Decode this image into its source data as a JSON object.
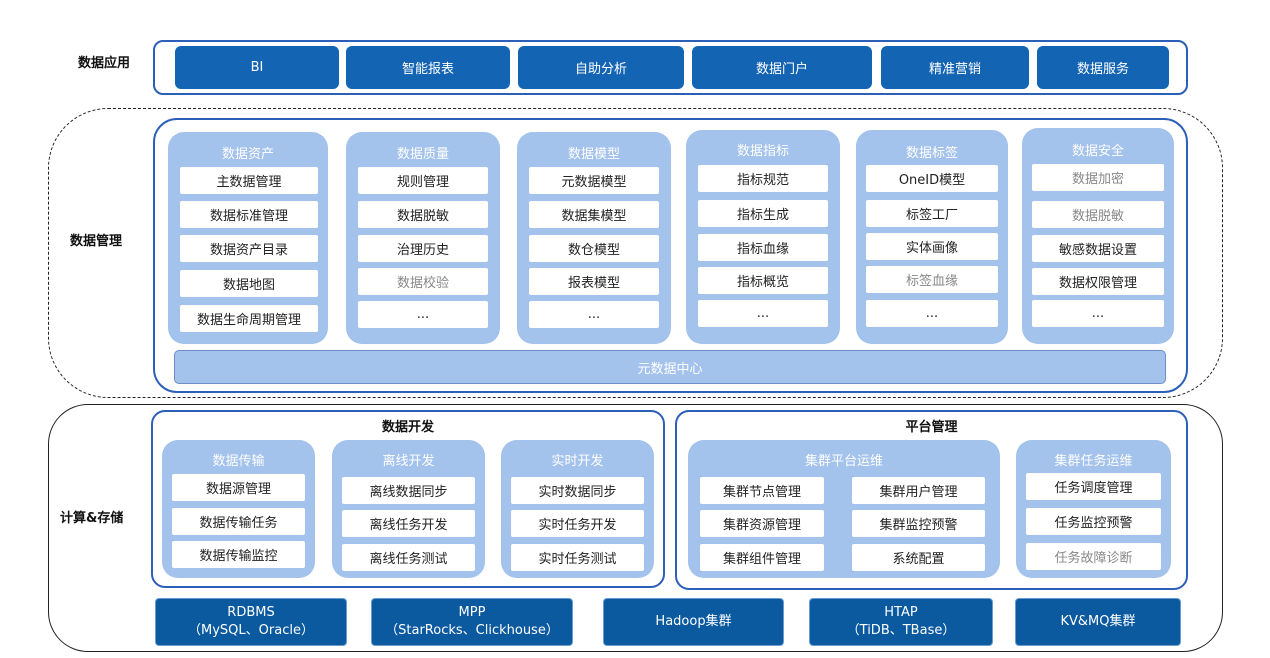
{
  "layers": {
    "application": "数据应用",
    "management": "数据管理",
    "compute_storage": "计算&存储"
  },
  "application": {
    "buttons": [
      "BI",
      "智能报表",
      "自助分析",
      "数据门户",
      "精准营销",
      "数据服务"
    ]
  },
  "management": {
    "categories": [
      {
        "title": "数据资产",
        "items": [
          "主数据管理",
          "数据标准管理",
          "数据资产目录",
          "数据地图",
          "数据生命周期管理"
        ],
        "dim": []
      },
      {
        "title": "数据质量",
        "items": [
          "规则管理",
          "数据脱敏",
          "治理历史",
          "数据校验",
          "..."
        ],
        "dim": [
          3
        ]
      },
      {
        "title": "数据模型",
        "items": [
          "元数据模型",
          "数据集模型",
          "数仓模型",
          "报表模型",
          "..."
        ],
        "dim": []
      },
      {
        "title": "数据指标",
        "items": [
          "指标规范",
          "指标生成",
          "指标血缘",
          "指标概览",
          "..."
        ],
        "dim": []
      },
      {
        "title": "数据标签",
        "items": [
          "OneID模型",
          "标签工厂",
          "实体画像",
          "标签血缘",
          "..."
        ],
        "dim": [
          3
        ]
      },
      {
        "title": "数据安全",
        "items": [
          "数据加密",
          "数据脱敏",
          "敏感数据设置",
          "数据权限管理",
          "..."
        ],
        "dim": [
          0,
          1
        ]
      }
    ],
    "metadata_center": "元数据中心"
  },
  "development": {
    "title": "数据开发",
    "groups": [
      {
        "title": "数据传输",
        "items": [
          "数据源管理",
          "数据传输任务",
          "数据传输监控"
        ]
      },
      {
        "title": "离线开发",
        "items": [
          "离线数据同步",
          "离线任务开发",
          "离线任务测试"
        ]
      },
      {
        "title": "实时开发",
        "items": [
          "实时数据同步",
          "实时任务开发",
          "实时任务测试"
        ]
      }
    ]
  },
  "platform": {
    "title": "平台管理",
    "cluster_ops": {
      "title": "集群平台运维",
      "items": [
        "集群节点管理",
        "集群用户管理",
        "集群资源管理",
        "集群监控预警",
        "集群组件管理",
        "系统配置"
      ]
    },
    "task_ops": {
      "title": "集群任务运维",
      "items": [
        "任务调度管理",
        "任务监控预警",
        "任务故障诊断"
      ],
      "dim": [
        2
      ]
    }
  },
  "storage": [
    {
      "line1": "RDBMS",
      "line2": "（MySQL、Oracle）"
    },
    {
      "line1": "MPP",
      "line2": "（StarRocks、Clickhouse）"
    },
    {
      "line1": "Hadoop集群",
      "line2": ""
    },
    {
      "line1": "HTAP",
      "line2": "（TiDB、TBase）"
    },
    {
      "line1": "KV&MQ集群",
      "line2": ""
    }
  ]
}
